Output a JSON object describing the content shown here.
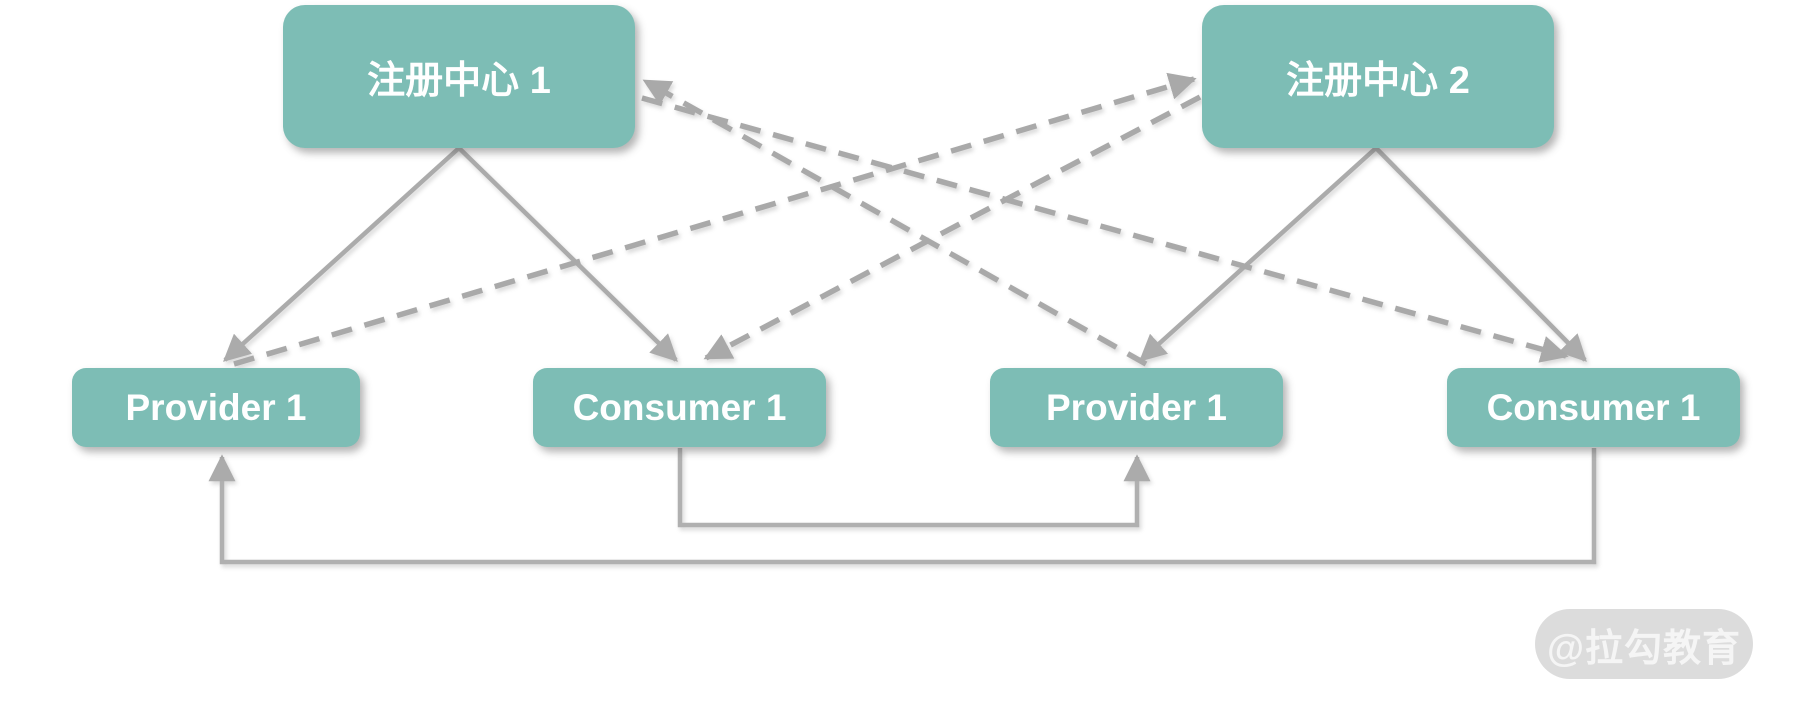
{
  "diagram": {
    "title": "Dubbo multi-registry topology",
    "registries": [
      {
        "id": "registry-1",
        "label": "注册中心 1"
      },
      {
        "id": "registry-2",
        "label": "注册中心 2"
      }
    ],
    "services": [
      {
        "id": "provider-left",
        "label": "Provider 1"
      },
      {
        "id": "consumer-left",
        "label": "Consumer 1"
      },
      {
        "id": "provider-right",
        "label": "Provider 1"
      },
      {
        "id": "consumer-right",
        "label": "Consumer 1"
      }
    ],
    "edges": [
      {
        "from": "registry-1",
        "to": "provider-left",
        "style": "solid",
        "arrow_at": "to"
      },
      {
        "from": "registry-1",
        "to": "consumer-left",
        "style": "solid",
        "arrow_at": "to"
      },
      {
        "from": "registry-2",
        "to": "provider-right",
        "style": "solid",
        "arrow_at": "to"
      },
      {
        "from": "registry-2",
        "to": "consumer-right",
        "style": "solid",
        "arrow_at": "to"
      },
      {
        "from": "provider-left",
        "to": "registry-2",
        "style": "dashed",
        "arrow_at": "to"
      },
      {
        "from": "registry-2",
        "to": "consumer-left",
        "style": "dashed",
        "arrow_at": "to"
      },
      {
        "from": "provider-right",
        "to": "registry-1",
        "style": "dashed",
        "arrow_at": "to"
      },
      {
        "from": "registry-1",
        "to": "consumer-right",
        "style": "dashed",
        "arrow_at": "to"
      },
      {
        "from": "consumer-left",
        "to": "provider-right",
        "style": "elbow",
        "arrow_at": "to"
      },
      {
        "from": "consumer-right",
        "to": "provider-left",
        "style": "elbow",
        "arrow_at": "to"
      }
    ],
    "colors": {
      "node_fill": "#7dbdb5",
      "node_text": "#ffffff",
      "line_gray": "#ababab",
      "watermark_bg": "#dcdcdc",
      "watermark_text": "#f5f5f5"
    },
    "watermark": "@拉勾教育"
  }
}
